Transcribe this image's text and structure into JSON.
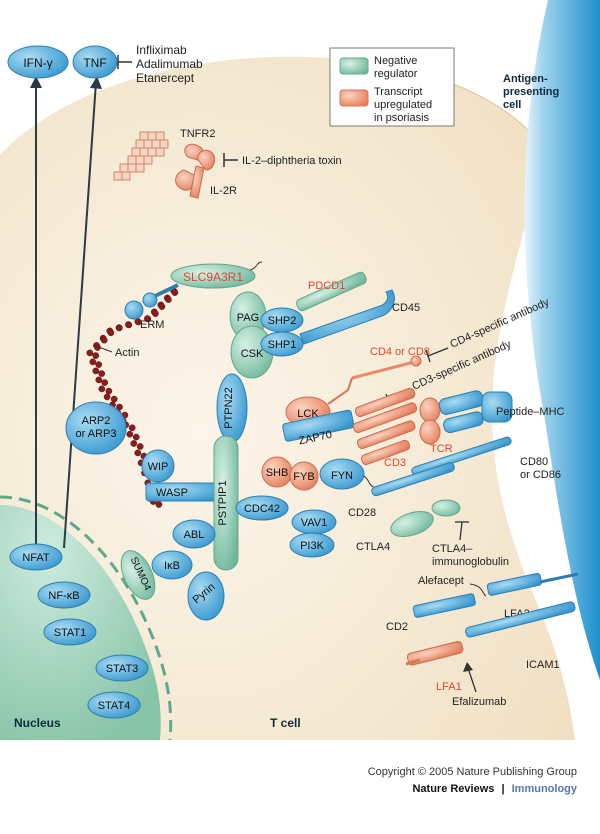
{
  "labels": {
    "ifng": "IFN-γ",
    "tnf": "TNF",
    "drugs_tnf": [
      "Infliximab",
      "Adalimumab",
      "Etanercept"
    ],
    "tnfr2": "TNFR2",
    "il2_toxin": "IL-2–diphtheria toxin",
    "il2r": "IL-2R",
    "slc9a3r1": "SLC9A3R1",
    "erm": "ERM",
    "pag": "PAG",
    "shp2": "SHP2",
    "shp1": "SHP1",
    "csk": "CSK",
    "ptpn22": "PTPN22",
    "actin": "Actin",
    "arp": [
      "ARP2",
      "or ARP3"
    ],
    "wip": "WIP",
    "wasp": "WASP",
    "pstpip1": "PSTPIP1",
    "cdc42": "CDC42",
    "abl": "ABL",
    "vav1": "VAV1",
    "pi3k": "PI3K",
    "ikb": "IκB",
    "sumo4": "SUMO4",
    "pyrin": "Pyrin",
    "pdcd1": "PDCD1",
    "cd45": "CD45",
    "cd4_cd8": "CD4 or CD8",
    "cd4_antibody": "CD4-specific antibody",
    "cd3_antibody": "CD3-specific antibody",
    "lck": "LCK",
    "zap70": "ZAP70",
    "peptide_mhc": "Peptide–MHC",
    "tcr": "TCR",
    "cd3": "CD3",
    "shb": "SHB",
    "fyb": "FYB",
    "fyn": "FYN",
    "cd80_86": [
      "CD80",
      "or CD86"
    ],
    "cd28": "CD28",
    "ctla4": "CTLA4",
    "ctla4_ig": [
      "CTLA4–",
      "immunoglobulin"
    ],
    "alefacept": "Alefacept",
    "lfa3": "LFA3",
    "cd2": "CD2",
    "icam1": "ICAM1",
    "lfa1": "LFA1",
    "efalizumab": "Efalizumab",
    "nfat": "NFAT",
    "nfkb": "NF-κB",
    "stat1": "STAT1",
    "stat3": "STAT3",
    "stat4": "STAT4",
    "nucleus": "Nucleus",
    "tcell": "T cell",
    "apc": [
      "Antigen-",
      "presenting",
      "cell"
    ]
  },
  "legend": {
    "negative": [
      "Negative",
      "regulator"
    ],
    "upregulated": [
      "Transcript",
      "upregulated",
      "in psoriasis"
    ]
  },
  "footer": {
    "copyright": "Copyright © 2005 Nature Publishing Group",
    "journal": "Nature Reviews",
    "separator": "|",
    "section": "Immunology"
  },
  "colors": {
    "blue": "#4aa8d8",
    "green": "#8fcfb8",
    "salmon": "#ef9a7c",
    "red_text": "#e0462e",
    "cell": "#f7eddb",
    "nucleus": "#a9d8c3",
    "apc": "#2a9fd6",
    "actin": "#8a1c1c"
  }
}
